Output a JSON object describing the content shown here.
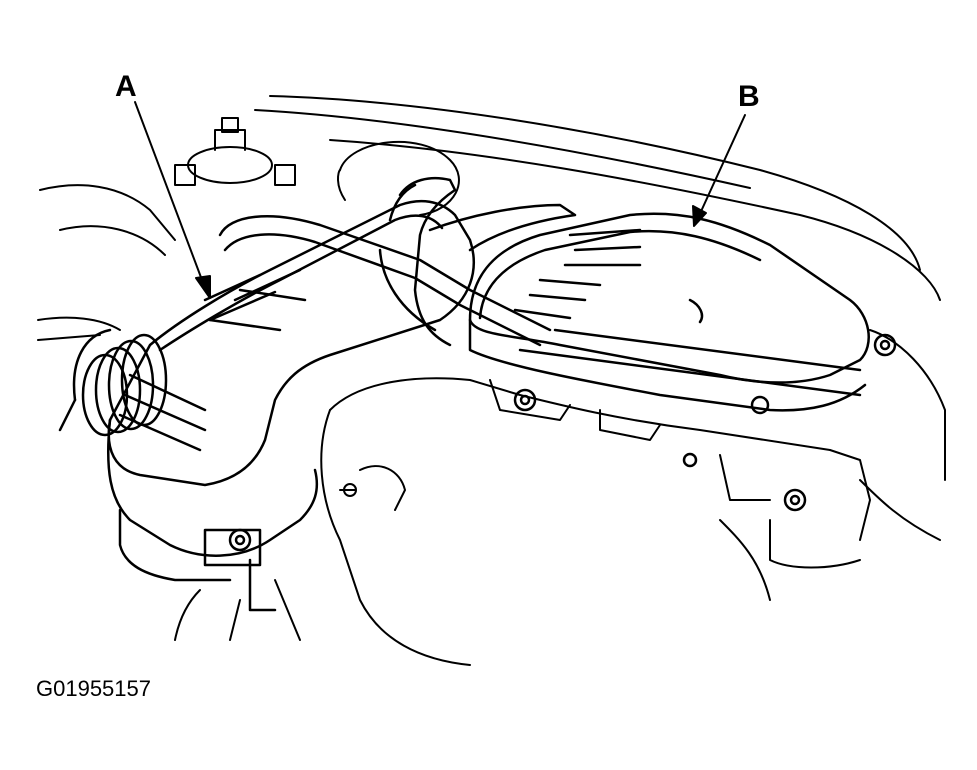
{
  "labels": {
    "a": "A",
    "b": "B"
  },
  "figure_id": "G01955157",
  "colors": {
    "line": "#000000",
    "background": "#ffffff"
  }
}
